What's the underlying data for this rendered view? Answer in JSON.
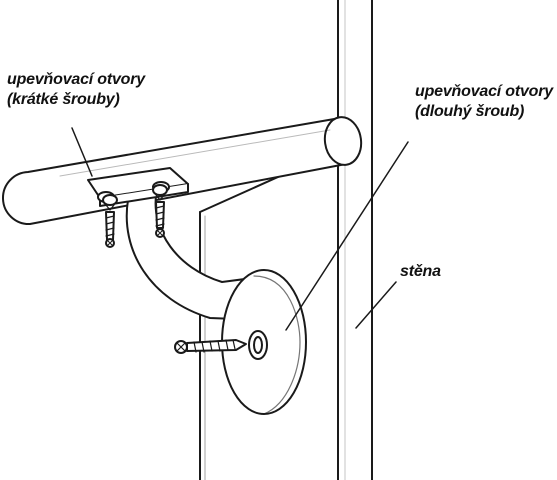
{
  "labels": {
    "short_screws": {
      "line1": "upevňovací otvory",
      "line2": "(krátké šrouby)"
    },
    "long_screw": {
      "line1": "upevňovací otvory",
      "line2": "(dlouhý šroub)"
    },
    "wall": "stěna"
  },
  "colors": {
    "stroke": "#1a1a1a",
    "fill": "#ffffff",
    "background": "#ffffff"
  }
}
